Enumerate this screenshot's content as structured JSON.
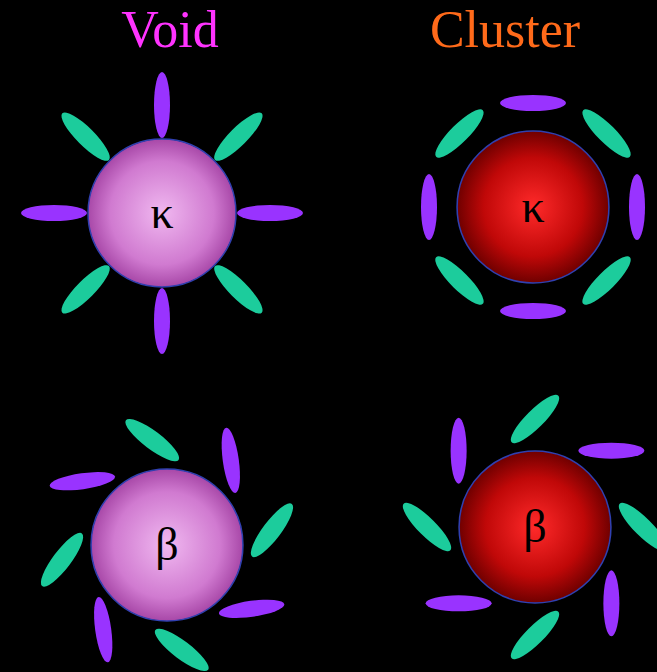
{
  "diagram": {
    "nodes": [
      {
        "text": [
          "κ"
        ]
      },
      {
        "text": [
          "κ"
        ]
      },
      {
        "text": [
          "β"
        ]
      },
      {
        "text": [
          "β"
        ]
      }
    ],
    "labels": [
      "Void",
      "Cluster"
    ]
  }
}
